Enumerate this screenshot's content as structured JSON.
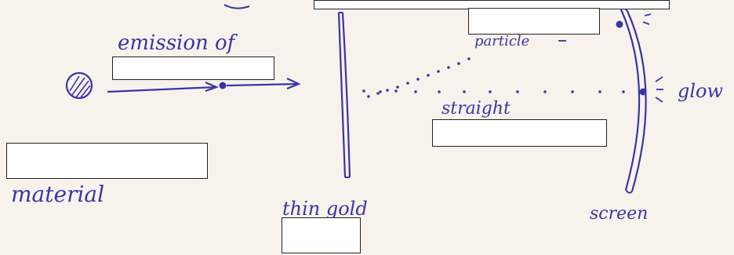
{
  "labels": {
    "emission": "emission of",
    "particle": "particle",
    "glow": "glow",
    "straight": "straight",
    "material": "material",
    "thin_gold": "thin gold",
    "screen": "screen"
  },
  "blanks": [
    "",
    "",
    "",
    "",
    "",
    ""
  ],
  "colors": {
    "ink": "#3b34a6",
    "background": "#f7f3ec",
    "blank_fill": "#ffffff",
    "blank_border": "#222222"
  }
}
